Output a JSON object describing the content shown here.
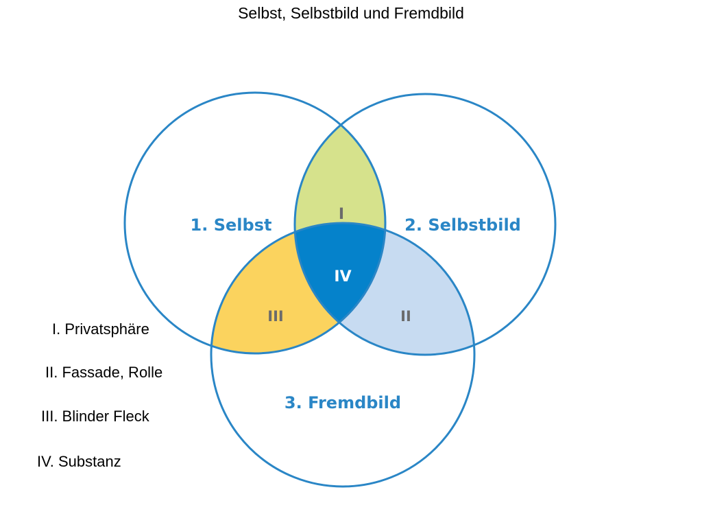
{
  "title": "Selbst, Selbstbild und Fremdbild",
  "colors": {
    "circle_stroke": "#2a86c6",
    "label_text": "#2a86c6",
    "region_I": "#d6e28c",
    "region_II": "#c7dbf1",
    "region_III": "#fbd35e",
    "region_IV": "#0582cb",
    "region_IV_text": "#ffffff",
    "roman_text": "#6b6b6b"
  },
  "circles": [
    {
      "label": "1. Selbst"
    },
    {
      "label": "2. Selbstbild"
    },
    {
      "label": "3. Fremdbild"
    }
  ],
  "regions": {
    "I": "I",
    "II": "II",
    "III": "III",
    "IV": "IV"
  },
  "legend": [
    "I. Privatsphäre",
    "II. Fassade, Rolle",
    "III. Blinder Fleck",
    "IV. Substanz"
  ]
}
